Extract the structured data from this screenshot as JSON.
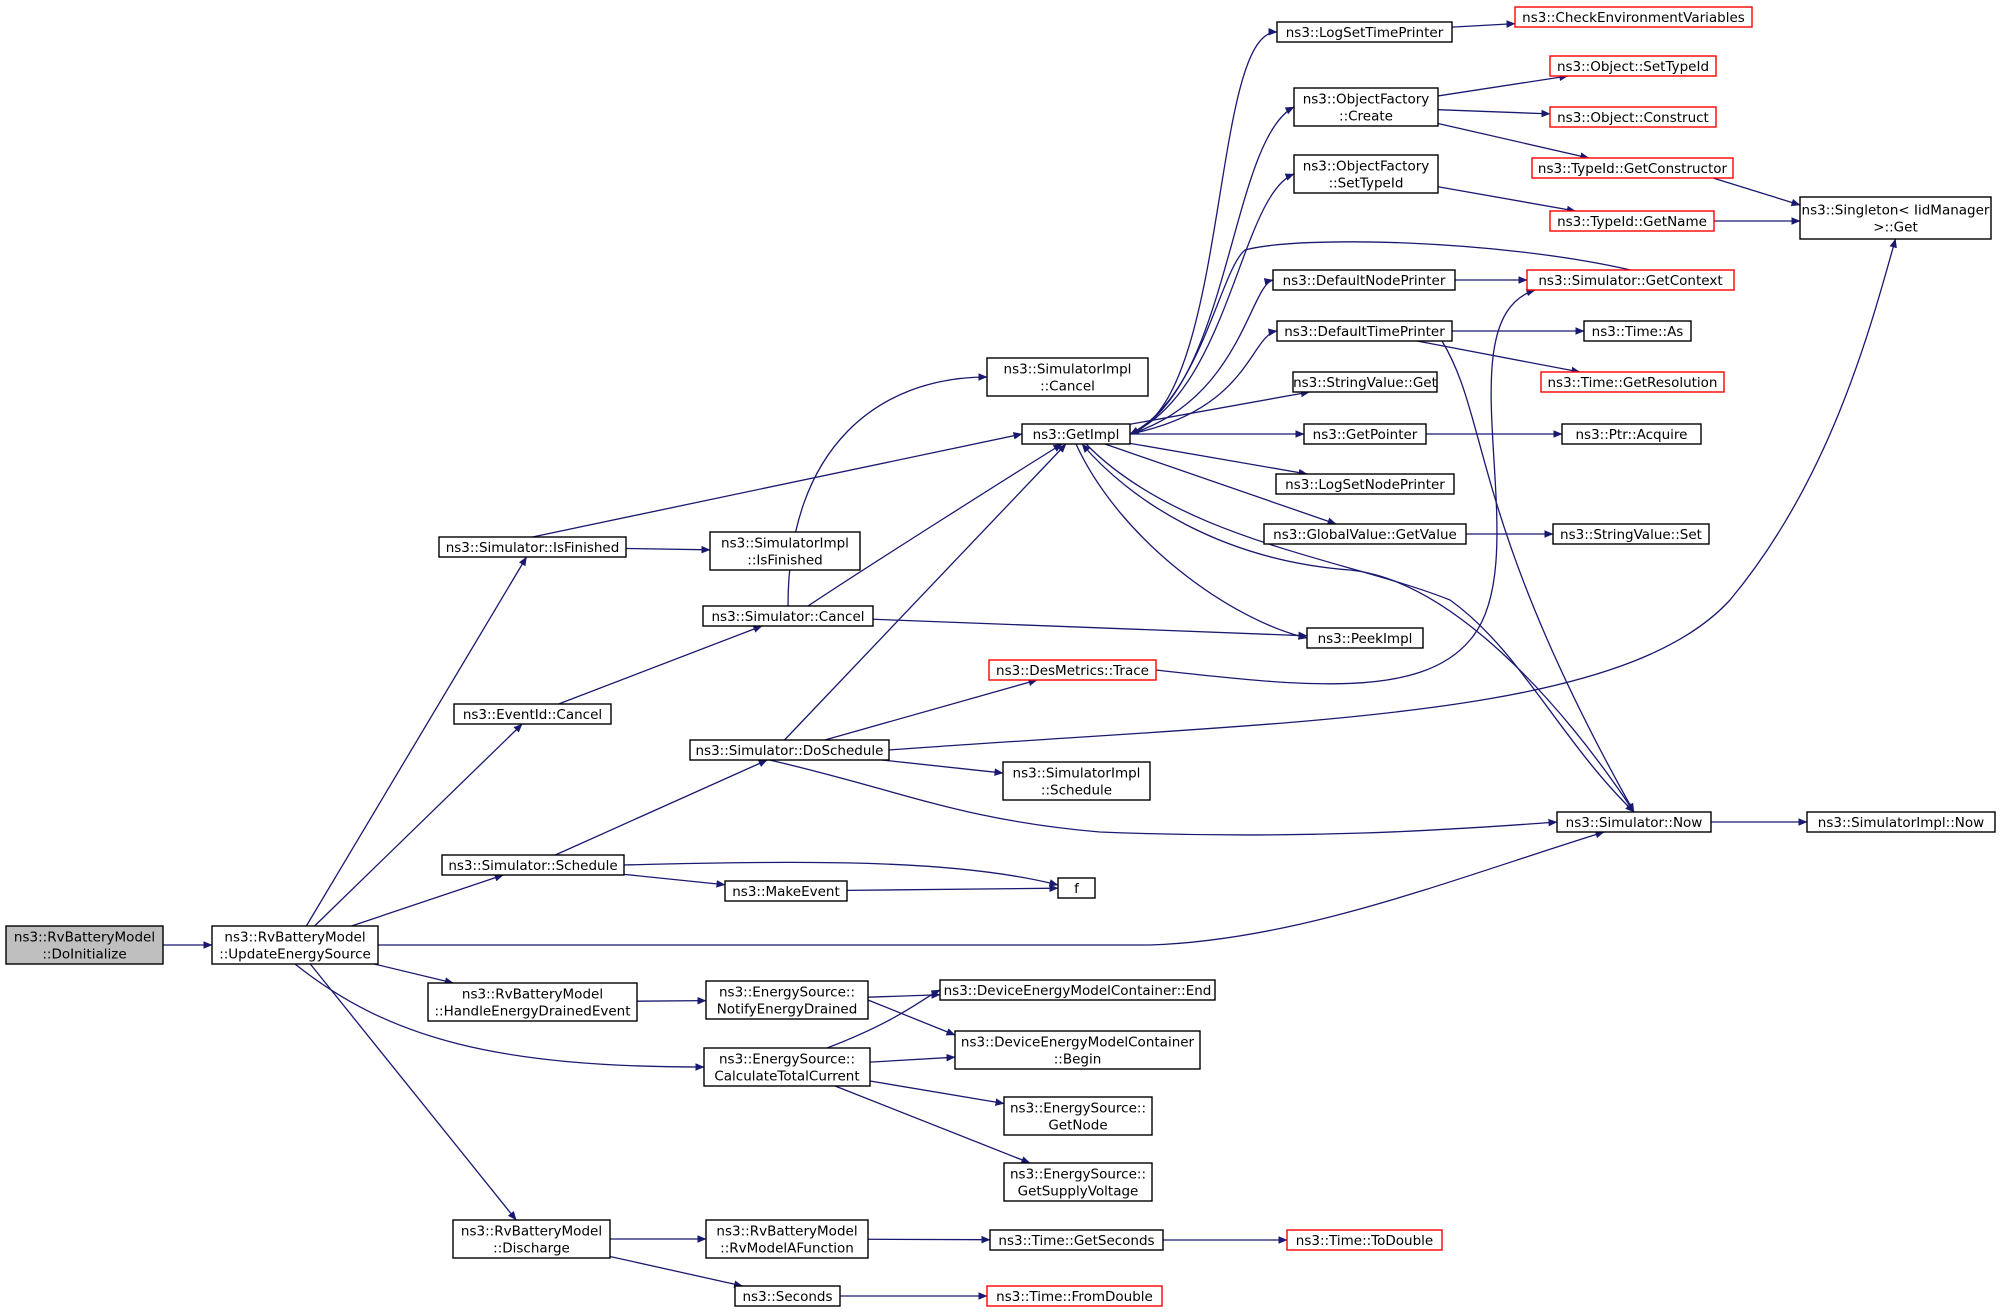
{
  "colors": {
    "edge": "#191970",
    "node_border": "#000000",
    "truncated_border": "#ff0000",
    "root_fill": "#bfbfbf",
    "node_fill": "#ffffff"
  },
  "nodes": [
    {
      "id": "root",
      "lines": [
        "ns3::RvBatteryModel",
        "::DoInitialize"
      ],
      "style": "root"
    },
    {
      "id": "ues",
      "lines": [
        "ns3::RvBatteryModel",
        "::UpdateEnergySource"
      ],
      "style": "normal"
    },
    {
      "id": "isfinished",
      "lines": [
        "ns3::Simulator::IsFinished"
      ],
      "style": "normal"
    },
    {
      "id": "eventcancel",
      "lines": [
        "ns3::EventId::Cancel"
      ],
      "style": "normal"
    },
    {
      "id": "schedule",
      "lines": [
        "ns3::Simulator::Schedule"
      ],
      "style": "normal"
    },
    {
      "id": "hede",
      "lines": [
        "ns3::RvBatteryModel",
        "::HandleEnergyDrainedEvent"
      ],
      "style": "normal"
    },
    {
      "id": "discharge",
      "lines": [
        "ns3::RvBatteryModel",
        "::Discharge"
      ],
      "style": "normal"
    },
    {
      "id": "implisfinished",
      "lines": [
        "ns3::SimulatorImpl",
        "::IsFinished"
      ],
      "style": "normal"
    },
    {
      "id": "simcancel",
      "lines": [
        "ns3::Simulator::Cancel"
      ],
      "style": "normal"
    },
    {
      "id": "doschedule",
      "lines": [
        "ns3::Simulator::DoSchedule"
      ],
      "style": "normal"
    },
    {
      "id": "makeevent",
      "lines": [
        "ns3::MakeEvent"
      ],
      "style": "normal"
    },
    {
      "id": "ned",
      "lines": [
        "ns3::EnergySource::",
        "NotifyEnergyDrained"
      ],
      "style": "normal"
    },
    {
      "id": "ctc",
      "lines": [
        "ns3::EnergySource::",
        "CalculateTotalCurrent"
      ],
      "style": "normal"
    },
    {
      "id": "rvmodel",
      "lines": [
        "ns3::RvBatteryModel",
        "::RvModelAFunction"
      ],
      "style": "normal"
    },
    {
      "id": "seconds",
      "lines": [
        "ns3::Seconds"
      ],
      "style": "normal"
    },
    {
      "id": "implcancel",
      "lines": [
        "ns3::SimulatorImpl",
        "::Cancel"
      ],
      "style": "normal"
    },
    {
      "id": "getimpl",
      "lines": [
        "ns3::GetImpl"
      ],
      "style": "normal"
    },
    {
      "id": "destrace",
      "lines": [
        "ns3::DesMetrics::Trace"
      ],
      "style": "truncated"
    },
    {
      "id": "implschedule",
      "lines": [
        "ns3::SimulatorImpl",
        "::Schedule"
      ],
      "style": "normal"
    },
    {
      "id": "f",
      "lines": [
        "f"
      ],
      "style": "normal"
    },
    {
      "id": "demcend",
      "lines": [
        "ns3::DeviceEnergyModelContainer::End"
      ],
      "style": "normal"
    },
    {
      "id": "demcbegin",
      "lines": [
        "ns3::DeviceEnergyModelContainer",
        "::Begin"
      ],
      "style": "normal"
    },
    {
      "id": "getnode",
      "lines": [
        "ns3::EnergySource::",
        "GetNode"
      ],
      "style": "normal"
    },
    {
      "id": "getsupply",
      "lines": [
        "ns3::EnergySource::",
        "GetSupplyVoltage"
      ],
      "style": "normal"
    },
    {
      "id": "getseconds",
      "lines": [
        "ns3::Time::GetSeconds"
      ],
      "style": "normal"
    },
    {
      "id": "fromdouble",
      "lines": [
        "ns3::Time::FromDouble"
      ],
      "style": "truncated"
    },
    {
      "id": "logsettime",
      "lines": [
        "ns3::LogSetTimePrinter"
      ],
      "style": "normal"
    },
    {
      "id": "ofcreate",
      "lines": [
        "ns3::ObjectFactory",
        "::Create"
      ],
      "style": "normal"
    },
    {
      "id": "ofsettypeid",
      "lines": [
        "ns3::ObjectFactory",
        "::SetTypeId"
      ],
      "style": "normal"
    },
    {
      "id": "defnode",
      "lines": [
        "ns3::DefaultNodePrinter"
      ],
      "style": "normal"
    },
    {
      "id": "deftime",
      "lines": [
        "ns3::DefaultTimePrinter"
      ],
      "style": "normal"
    },
    {
      "id": "svget",
      "lines": [
        "ns3::StringValue::Get"
      ],
      "style": "normal"
    },
    {
      "id": "getpointer",
      "lines": [
        "ns3::GetPointer"
      ],
      "style": "normal"
    },
    {
      "id": "logsetnode",
      "lines": [
        "ns3::LogSetNodePrinter"
      ],
      "style": "normal"
    },
    {
      "id": "gvgetvalue",
      "lines": [
        "ns3::GlobalValue::GetValue"
      ],
      "style": "normal"
    },
    {
      "id": "peekimpl",
      "lines": [
        "ns3::PeekImpl"
      ],
      "style": "normal"
    },
    {
      "id": "simnow",
      "lines": [
        "ns3::Simulator::Now"
      ],
      "style": "normal"
    },
    {
      "id": "todouble",
      "lines": [
        "ns3::Time::ToDouble"
      ],
      "style": "truncated"
    },
    {
      "id": "checkenv",
      "lines": [
        "ns3::CheckEnvironmentVariables"
      ],
      "style": "truncated"
    },
    {
      "id": "objsettypeid",
      "lines": [
        "ns3::Object::SetTypeId"
      ],
      "style": "truncated"
    },
    {
      "id": "objconstruct",
      "lines": [
        "ns3::Object::Construct"
      ],
      "style": "truncated"
    },
    {
      "id": "getconstructor",
      "lines": [
        "ns3::TypeId::GetConstructor"
      ],
      "style": "truncated"
    },
    {
      "id": "getname",
      "lines": [
        "ns3::TypeId::GetName"
      ],
      "style": "truncated"
    },
    {
      "id": "getcontext",
      "lines": [
        "ns3::Simulator::GetContext"
      ],
      "style": "truncated"
    },
    {
      "id": "timeas",
      "lines": [
        "ns3::Time::As"
      ],
      "style": "normal"
    },
    {
      "id": "getresolution",
      "lines": [
        "ns3::Time::GetResolution"
      ],
      "style": "truncated"
    },
    {
      "id": "ptracquire",
      "lines": [
        "ns3::Ptr::Acquire"
      ],
      "style": "normal"
    },
    {
      "id": "svset",
      "lines": [
        "ns3::StringValue::Set"
      ],
      "style": "normal"
    },
    {
      "id": "implnow",
      "lines": [
        "ns3::SimulatorImpl::Now"
      ],
      "style": "normal"
    },
    {
      "id": "singleton",
      "lines": [
        "ns3::Singleton< IidManager",
        ">::Get"
      ],
      "style": "normal"
    }
  ],
  "edges": [
    [
      "root",
      "ues"
    ],
    [
      "ues",
      "isfinished"
    ],
    [
      "ues",
      "eventcancel"
    ],
    [
      "ues",
      "schedule"
    ],
    [
      "ues",
      "hede"
    ],
    [
      "ues",
      "ctc"
    ],
    [
      "ues",
      "discharge"
    ],
    [
      "ues",
      "simnow"
    ],
    [
      "isfinished",
      "getimpl"
    ],
    [
      "isfinished",
      "implisfinished"
    ],
    [
      "eventcancel",
      "simcancel"
    ],
    [
      "simcancel",
      "implcancel"
    ],
    [
      "simcancel",
      "getimpl"
    ],
    [
      "simcancel",
      "peekimpl"
    ],
    [
      "schedule",
      "doschedule"
    ],
    [
      "schedule",
      "f"
    ],
    [
      "schedule",
      "makeevent"
    ],
    [
      "makeevent",
      "f"
    ],
    [
      "doschedule",
      "getimpl"
    ],
    [
      "doschedule",
      "destrace"
    ],
    [
      "doschedule",
      "singleton"
    ],
    [
      "doschedule",
      "implschedule"
    ],
    [
      "doschedule",
      "simnow"
    ],
    [
      "destrace",
      "getcontext"
    ],
    [
      "hede",
      "ned"
    ],
    [
      "ned",
      "demcend"
    ],
    [
      "ned",
      "demcbegin"
    ],
    [
      "ctc",
      "demcend"
    ],
    [
      "ctc",
      "demcbegin"
    ],
    [
      "ctc",
      "getnode"
    ],
    [
      "ctc",
      "getsupply"
    ],
    [
      "discharge",
      "rvmodel"
    ],
    [
      "discharge",
      "seconds"
    ],
    [
      "rvmodel",
      "getseconds"
    ],
    [
      "getseconds",
      "todouble"
    ],
    [
      "seconds",
      "fromdouble"
    ],
    [
      "getimpl",
      "logsettime"
    ],
    [
      "getimpl",
      "ofcreate"
    ],
    [
      "getimpl",
      "ofsettypeid"
    ],
    [
      "getimpl",
      "defnode"
    ],
    [
      "getimpl",
      "deftime"
    ],
    [
      "getimpl",
      "svget"
    ],
    [
      "getimpl",
      "getpointer"
    ],
    [
      "getimpl",
      "logsetnode"
    ],
    [
      "getimpl",
      "gvgetvalue"
    ],
    [
      "getimpl",
      "peekimpl"
    ],
    [
      "getimpl",
      "simnow"
    ],
    [
      "logsettime",
      "checkenv"
    ],
    [
      "ofcreate",
      "objsettypeid"
    ],
    [
      "ofcreate",
      "objconstruct"
    ],
    [
      "ofcreate",
      "getconstructor"
    ],
    [
      "ofsettypeid",
      "getname"
    ],
    [
      "getconstructor",
      "singleton"
    ],
    [
      "getname",
      "singleton"
    ],
    [
      "defnode",
      "getcontext"
    ],
    [
      "getcontext",
      "getimpl"
    ],
    [
      "deftime",
      "timeas"
    ],
    [
      "deftime",
      "getresolution"
    ],
    [
      "deftime",
      "simnow"
    ],
    [
      "getpointer",
      "ptracquire"
    ],
    [
      "gvgetvalue",
      "svset"
    ],
    [
      "simnow",
      "getimpl"
    ],
    [
      "simnow",
      "implnow"
    ]
  ]
}
